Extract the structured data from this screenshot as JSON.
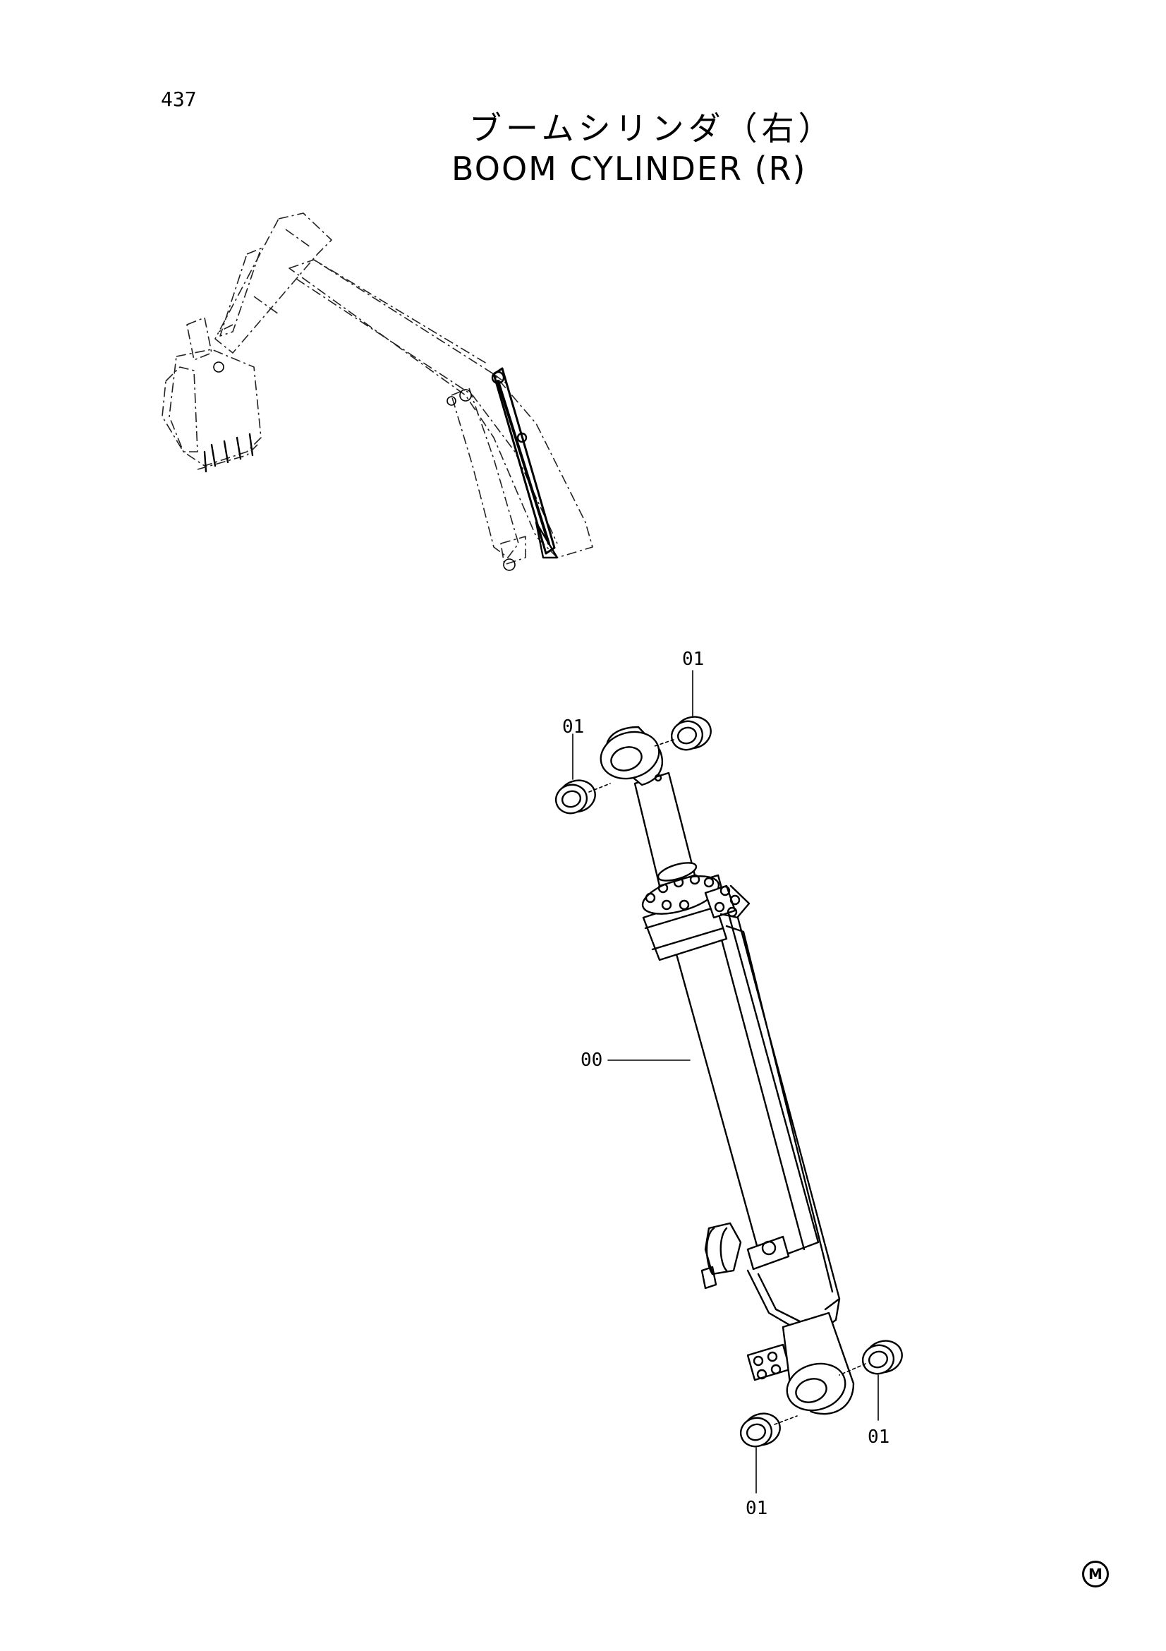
{
  "page": {
    "number": "437",
    "mark": "M"
  },
  "title": {
    "japanese": "ブームシリンダ（右）",
    "english": "BOOM CYLINDER (R)"
  },
  "callouts": {
    "c1": "01",
    "c2": "01",
    "c3": "00",
    "c4": "01",
    "c5": "01"
  }
}
